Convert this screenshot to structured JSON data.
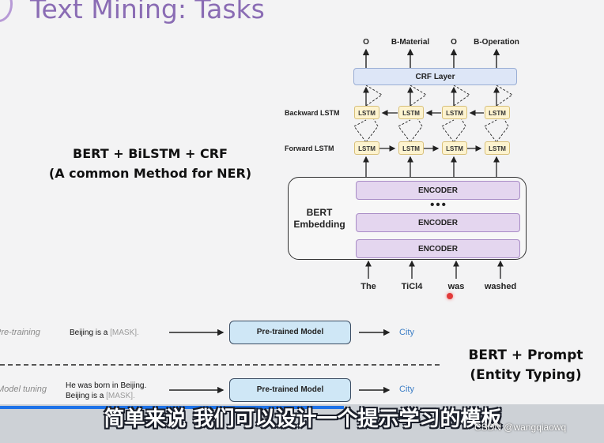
{
  "slide": {
    "title": "Text Mining: Tasks",
    "bert_method_title": "BERT + BiLSTM + CRF",
    "bert_method_subtitle": "(A common Method for NER)",
    "prompt_title": "BERT + Prompt",
    "prompt_subtitle": "(Entity Typing)"
  },
  "ner_diagram": {
    "output_labels": [
      "O",
      "B-Material",
      "O",
      "B-Operation"
    ],
    "crf_label": "CRF Layer",
    "backward_label": "Backward LSTM",
    "forward_label": "Forward LSTM",
    "lstm_label": "LSTM",
    "ellipsis": "•••",
    "bert_label": "BERT",
    "embedding_label": "Embedding",
    "encoder_label": "ENCODER",
    "input_tokens": [
      "The",
      "TiCl4",
      "was",
      "washed"
    ]
  },
  "prompt_diagram": {
    "pretraining": {
      "stage": "Pre-training",
      "text_prefix": "Beijing is a ",
      "text_mask": "[MASK].",
      "model": "Pre-trained Model",
      "result": "City"
    },
    "tuning": {
      "stage": "Model tuning",
      "line1": "He was born in Beijing.",
      "line2_prefix": "Beijing is a ",
      "line2_mask": "[MASK].",
      "model": "Pre-trained Model",
      "result": "City"
    }
  },
  "video_overlay": {
    "subtitle": "简单来说 我们可以设计一个提示学习的模板",
    "watermark": "CSDN @wangqiaowq",
    "progress": 0.57,
    "progress_color": "#1d72e8"
  }
}
